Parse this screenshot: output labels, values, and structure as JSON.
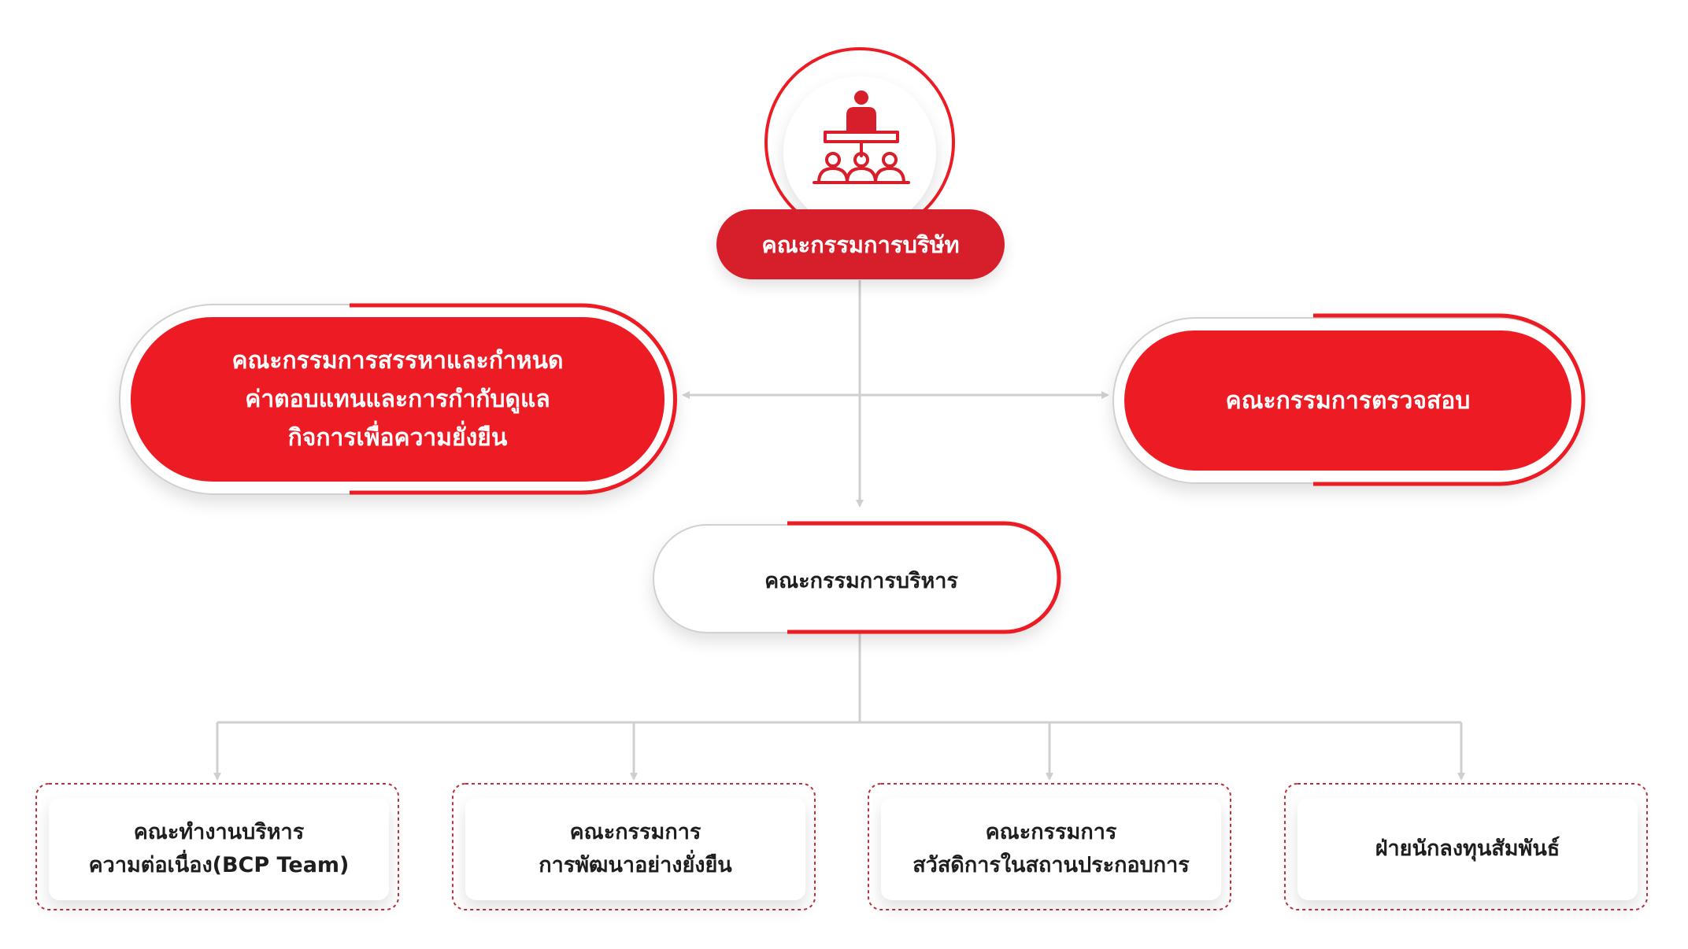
{
  "org_chart": {
    "board": {
      "label": "คณะกรรมการบริษัท",
      "icon": "meeting-icon"
    },
    "side_committees": [
      {
        "label": "คณะกรรมการสรรหาและกำหนด\nค่าตอบแทนและการกำกับดูแล\nกิจการเพื่อความยั่งยืน"
      },
      {
        "label": "คณะกรรมการตรวจสอบ"
      }
    ],
    "executive": {
      "label": "คณะกรรมการบริหาร"
    },
    "sub_units": [
      {
        "label": "คณะทำงานบริหาร\nความต่อเนื่อง(BCP Team)"
      },
      {
        "label": "คณะกรรมการ\nการพัฒนาอย่างยั่งยืน"
      },
      {
        "label": "คณะกรรมการ\nสวัสดิการในสถานประกอบการ"
      },
      {
        "label": "ฝ่ายนักลงทุนสัมพันธ์"
      }
    ]
  },
  "colors": {
    "accent": "#ed1c24",
    "accent_dark": "#d71f2b",
    "connector": "#cfcfcf",
    "text_dark": "#1e1e1e"
  }
}
